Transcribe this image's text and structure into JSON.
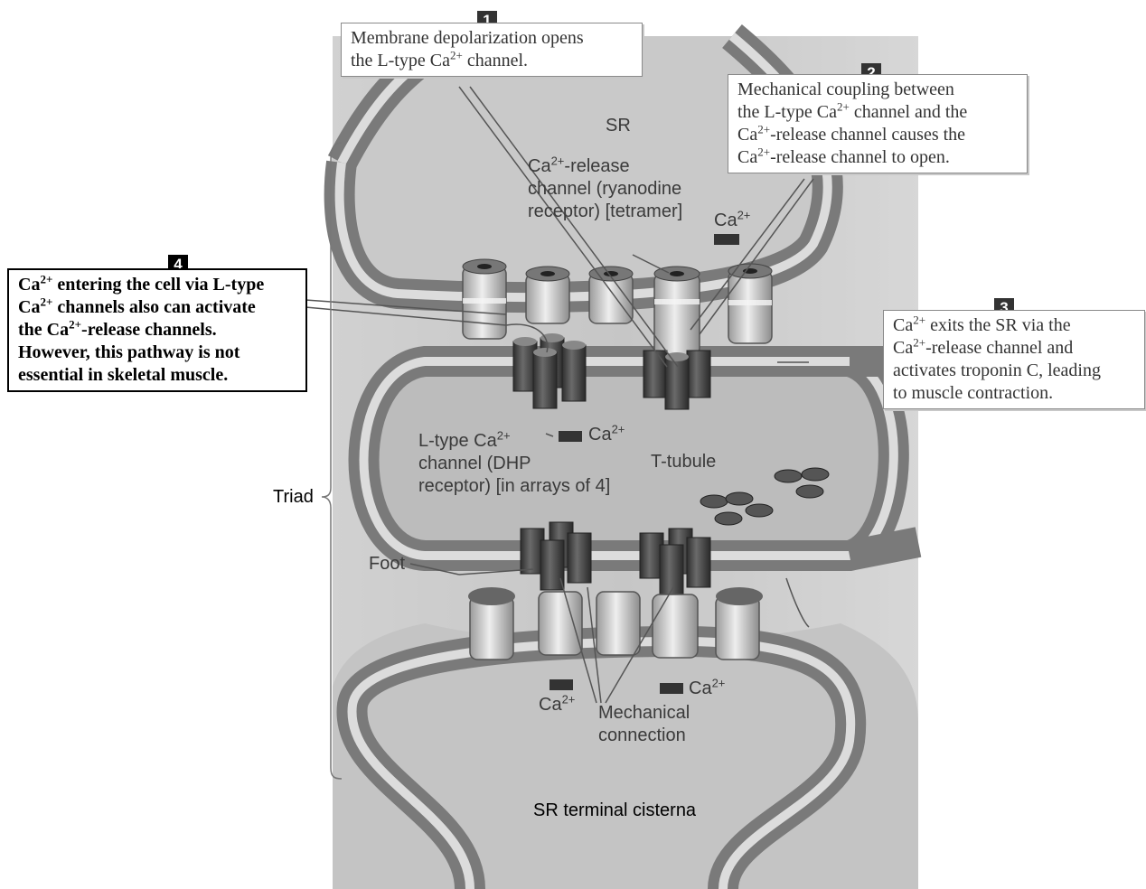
{
  "steps": {
    "s1": {
      "number": "1",
      "lines": [
        "Membrane depolarization opens",
        "the L-type Ca",
        "2+",
        " channel."
      ]
    },
    "s2": {
      "number": "2",
      "l1": "Mechanical coupling between",
      "l2a": "the L-type Ca",
      "l2sup": "2+",
      "l2b": " channel and the",
      "l3a": "Ca",
      "l3sup": "2+",
      "l3b": "-release channel causes the",
      "l4a": "Ca",
      "l4sup": "2+",
      "l4b": "-release channel to open."
    },
    "s3": {
      "number": "3",
      "l1a": "Ca",
      "l1sup": "2+",
      "l1b": " exits the SR via the",
      "l2a": "Ca",
      "l2sup": "2+",
      "l2b": "-release channel and",
      "l3": "activates troponin C, leading",
      "l4": "to muscle contraction."
    },
    "s4": {
      "number": "4",
      "l1a": "Ca",
      "l1sup": "2+",
      "l1b": " entering the cell via L-type",
      "l2a": "Ca",
      "l2sup": "2+",
      "l2b": " channels also can activate",
      "l3a": "the Ca",
      "l3sup": "2+",
      "l3b": "-release channels.",
      "l4": "However, this pathway is not",
      "l5": "essential in skeletal muscle."
    }
  },
  "labels": {
    "sr": "SR",
    "release_l1a": "Ca",
    "release_l1sup": "2+",
    "release_l1b": "-release",
    "release_l2": "channel (ryanodine",
    "release_l3": "receptor) [tetramer]",
    "ca_top": "Ca",
    "ca_top_sup": "2+",
    "ltype_l1a": "L-type Ca",
    "ltype_l1sup": "2+",
    "ltype_l2": "channel (DHP",
    "ltype_l3": "receptor) [in arrays of 4]",
    "ca_mid": "Ca",
    "ca_mid_sup": "2+",
    "ttubule": "T-tubule",
    "triad": "Triad",
    "foot": "Foot",
    "ca_low_left": "Ca",
    "ca_low_left_sup": "2+",
    "ca_low_right": "Ca",
    "ca_low_right_sup": "2+",
    "mech_l1": "Mechanical",
    "mech_l2": "connection",
    "sr_terminal": "SR terminal cisterna"
  },
  "colors": {
    "membrane_outer": "#8c8c8c",
    "membrane_inner": "#d4d4d4",
    "lumen": "#bdbdbd",
    "channel_dark": "#4a4a4a",
    "channel_light": "#cfcfcf"
  }
}
